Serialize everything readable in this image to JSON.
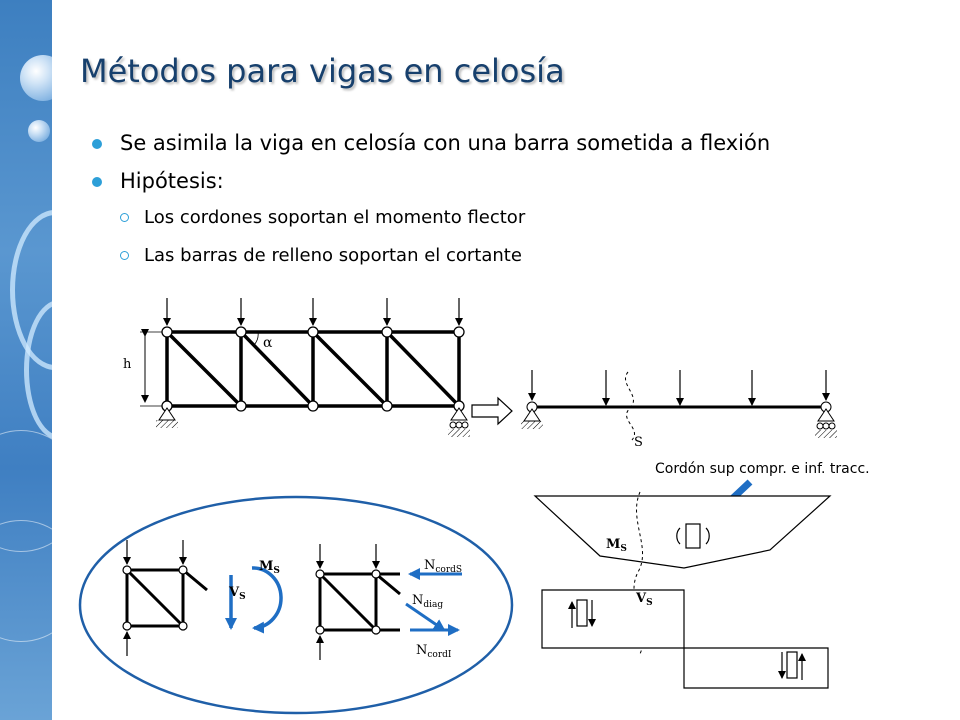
{
  "slide": {
    "title": "Métodos para vigas en celosía",
    "bullets": [
      "Se asimila la viga en celosía con una barra sometida a flexión",
      "Hipótesis:"
    ],
    "sub_bullets": [
      "Los cordones soportan el momento flector",
      "Las barras de relleno soportan el cortante"
    ]
  },
  "truss": {
    "height_label": "h",
    "angle_label": "α"
  },
  "beam": {
    "section_label": "S"
  },
  "diagrams": {
    "caption": "Cordón sup compr. e inf.  tracc.",
    "moment_label": "M",
    "moment_sub": "S",
    "shear_label": "V",
    "shear_sub": "S"
  },
  "detail": {
    "moment_label": "M",
    "moment_sub": "S",
    "shear_label": "V",
    "shear_sub": "S",
    "n_cord_sup": "N",
    "n_cord_sup_sub": "cordS",
    "n_diag": "N",
    "n_diag_sub": "diag",
    "n_cord_inf": "N",
    "n_cord_inf_sub": "cordI"
  },
  "colors": {
    "title": "#17406d",
    "bullet": "#2d9fd8",
    "arrow_blue": "#1f6ec4",
    "ellipse": "#1f5fa8"
  }
}
